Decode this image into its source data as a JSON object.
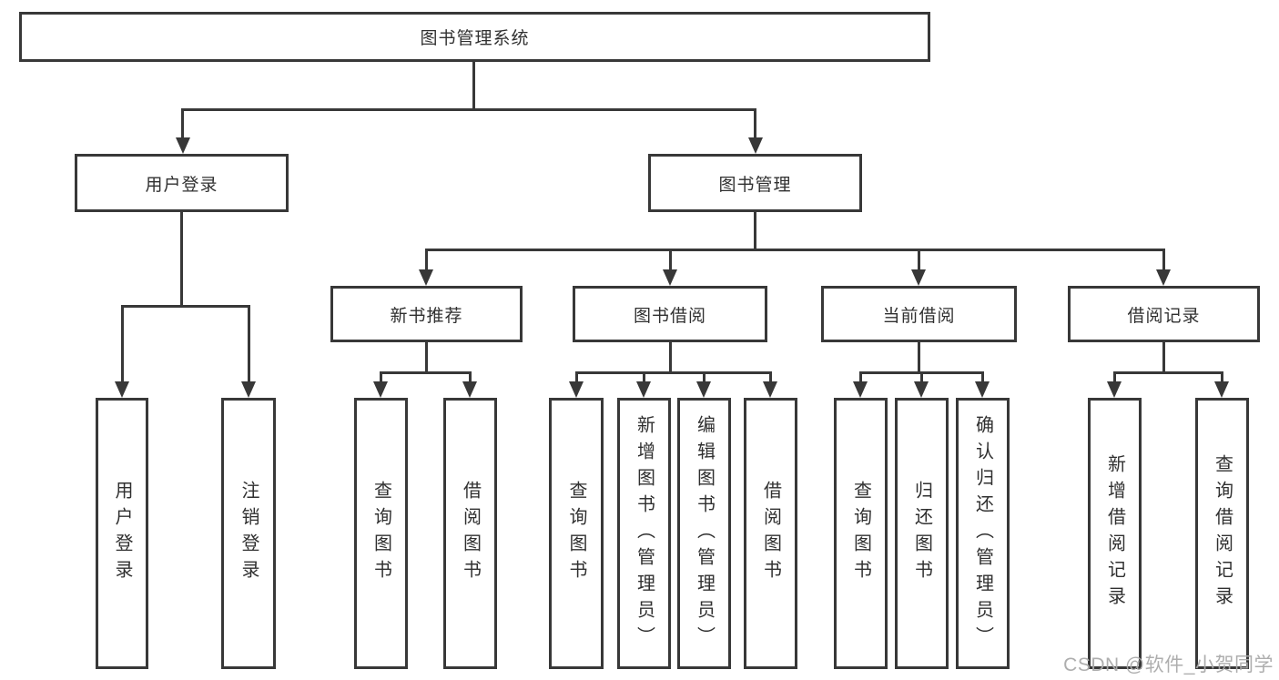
{
  "diagram": {
    "title": "图书管理系统",
    "watermark": "CSDN @软件_小贺同学",
    "colors": {
      "line": "#383838",
      "text": "#303030",
      "background": "#ffffff",
      "watermark": "#aaaaaa"
    },
    "nodes": {
      "root": "图书管理系统",
      "user_login": "用户登录",
      "book_mgmt": "图书管理",
      "new_book": "新书推荐",
      "book_borrow": "图书借阅",
      "current_borrow": "当前借阅",
      "borrow_records": "借阅记录",
      "leaf_user_login": "用户登录",
      "leaf_logout": "注销登录",
      "leaf_nb_query": "查询图书",
      "leaf_nb_borrow": "借阅图书",
      "leaf_bb_query": "查询图书",
      "leaf_bb_add": "新增图书（管理员）",
      "leaf_bb_edit": "编辑图书（管理员）",
      "leaf_bb_borrow": "借阅图书",
      "leaf_cb_query": "查询图书",
      "leaf_cb_return": "归还图书",
      "leaf_cb_confirm": "确认归还（管理员）",
      "leaf_br_add": "新增借阅记录",
      "leaf_br_query": "查询借阅记录"
    },
    "tree": {
      "label": "图书管理系统",
      "children": [
        {
          "label": "用户登录",
          "children": [
            {
              "label": "用户登录"
            },
            {
              "label": "注销登录"
            }
          ]
        },
        {
          "label": "图书管理",
          "children": [
            {
              "label": "新书推荐",
              "children": [
                {
                  "label": "查询图书"
                },
                {
                  "label": "借阅图书"
                }
              ]
            },
            {
              "label": "图书借阅",
              "children": [
                {
                  "label": "查询图书"
                },
                {
                  "label": "新增图书（管理员）"
                },
                {
                  "label": "编辑图书（管理员）"
                },
                {
                  "label": "借阅图书"
                }
              ]
            },
            {
              "label": "当前借阅",
              "children": [
                {
                  "label": "查询图书"
                },
                {
                  "label": "归还图书"
                },
                {
                  "label": "确认归还（管理员）"
                }
              ]
            },
            {
              "label": "借阅记录",
              "children": [
                {
                  "label": "新增借阅记录"
                },
                {
                  "label": "查询借阅记录"
                }
              ]
            }
          ]
        }
      ]
    }
  }
}
